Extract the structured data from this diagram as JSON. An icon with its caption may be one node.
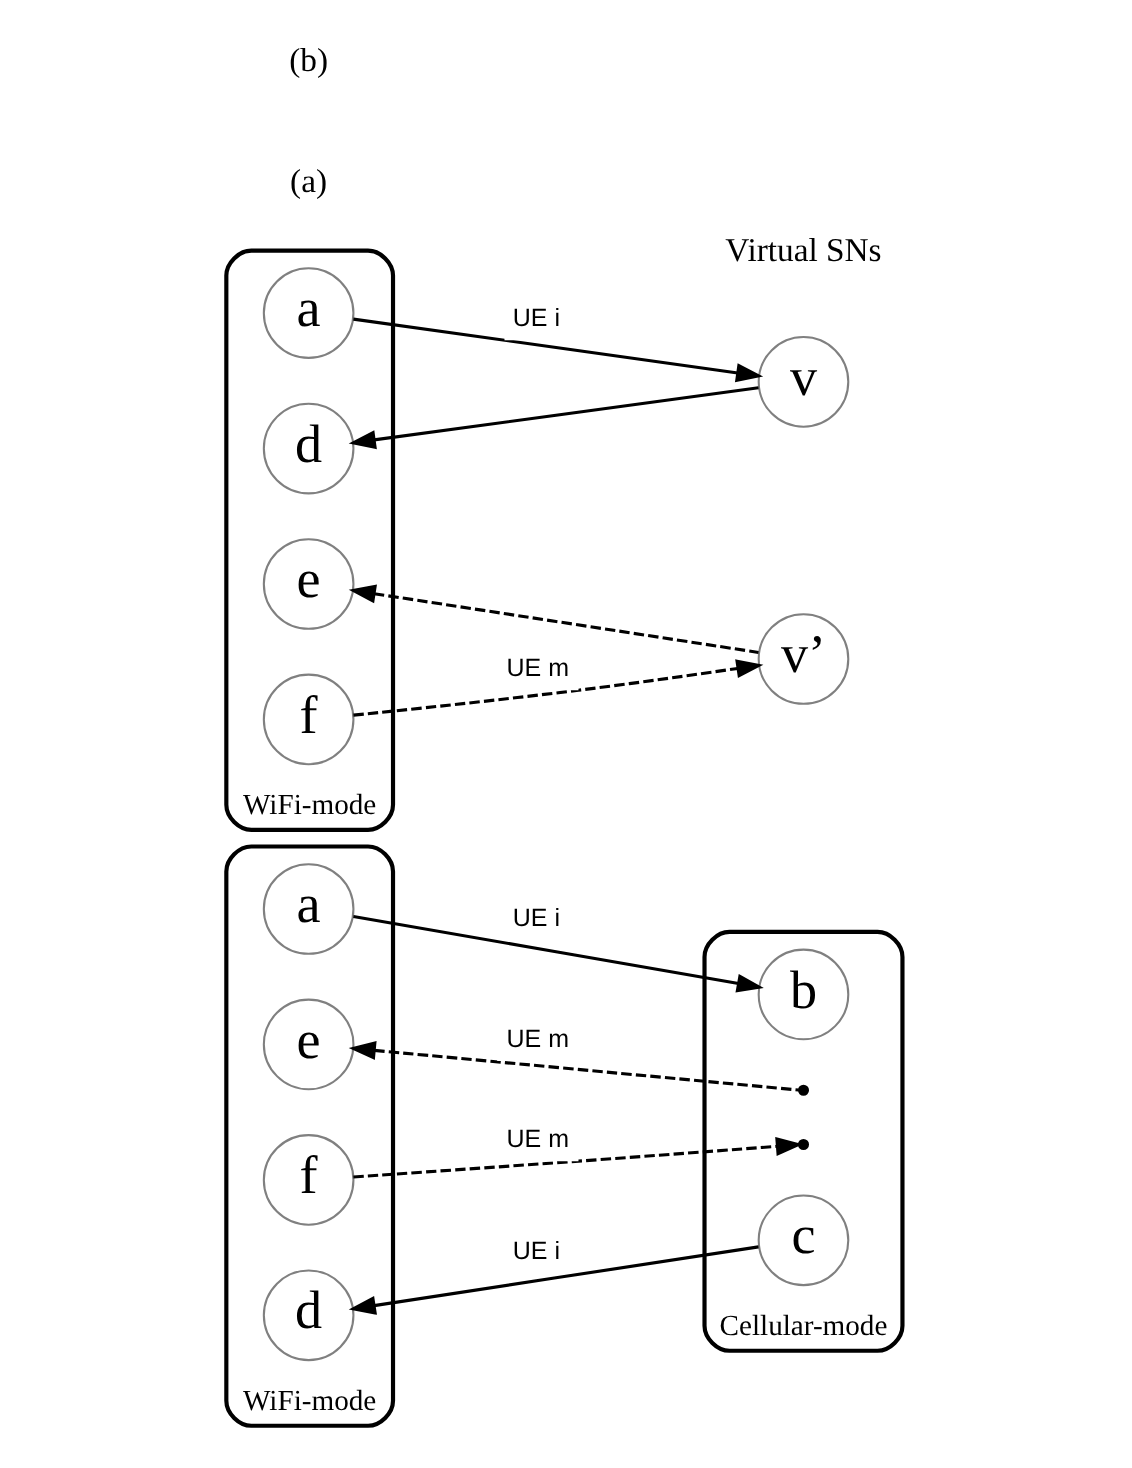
{
  "diagram": {
    "nodes": [
      {
        "text": [
          "WiFi-mode"
        ]
      },
      {
        "text": [
          "a"
        ],
        "in": 0
      },
      {
        "text": [
          "e"
        ],
        "in": 0
      },
      {
        "text": [
          "f"
        ],
        "in": 0
      },
      {
        "text": [
          "d"
        ],
        "in": 0
      },
      {
        "text": [
          "Cellular-mode"
        ]
      },
      {
        "text": [
          "b"
        ],
        "in": 5
      },
      {
        "text": [
          "c"
        ],
        "in": 5
      },
      {
        "text": [
          "WiFi-mode"
        ]
      },
      {
        "text": [
          "a"
        ],
        "in": 8
      },
      {
        "text": [
          "e"
        ],
        "in": 8
      },
      {
        "text": [
          "f"
        ],
        "in": 8
      },
      {
        "text": [
          "d"
        ],
        "in": 8
      },
      {
        "text": [
          "v"
        ]
      },
      {
        "text": [
          "v’"
        ]
      }
    ],
    "edges": [
      {
        "from": 1,
        "to": 6,
        "arrow": "to",
        "label": "UE i"
      },
      {
        "from": null,
        "to": 2,
        "arrow": "to",
        "label": "UE m",
        "style": "dashed"
      },
      {
        "from": 3,
        "to": null,
        "arrow": "to",
        "label": "UE m",
        "style": "dashed"
      },
      {
        "from": 7,
        "to": 4,
        "arrow": "to",
        "label": "UE i"
      },
      {
        "from": 9,
        "to": 13,
        "arrow": "to",
        "label": "UE i"
      },
      {
        "from": 13,
        "to": 12,
        "arrow": "to"
      },
      {
        "from": 14,
        "to": 10,
        "arrow": "to",
        "style": "dashed"
      },
      {
        "from": 11,
        "to": 14,
        "arrow": "to",
        "label": "UE m",
        "style": "dashed"
      }
    ],
    "labels": [
      "(a)",
      "(b)",
      "Virtual SNs"
    ]
  }
}
